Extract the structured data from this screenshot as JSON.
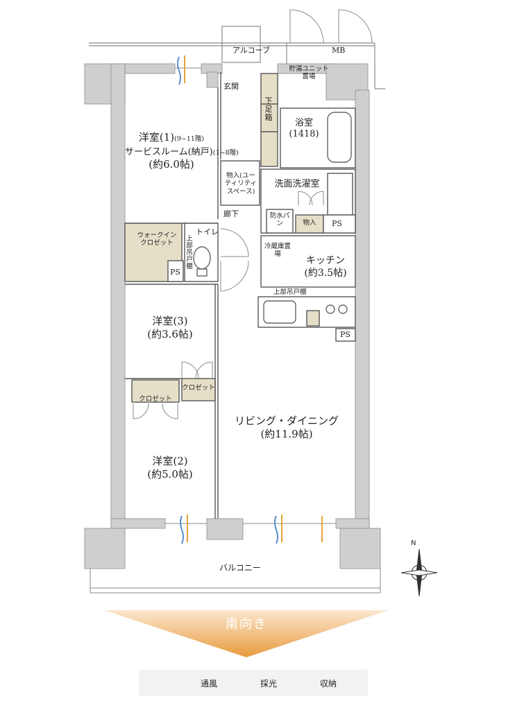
{
  "rooms": {
    "alcove": "アルコーブ",
    "mb": "MB",
    "water_heater": "貯湯ユニット置場",
    "entrance": "玄関",
    "shoe_box": "下足箱",
    "western1_name": "洋室(1)",
    "western1_floors": "(9~11階)",
    "service_room": "サービスルーム(納戸)",
    "service_floors": "(1~8階)",
    "western1_size": "(約6.0帖)",
    "bathroom": "浴室",
    "bath_size": "(1418)",
    "utility_storage": "物入(ユーティリティスペース)",
    "washroom": "洗面洗濯室",
    "corridor": "廊下",
    "waterproof_pan": "防水パン",
    "storage": "物入",
    "ps": "PS",
    "walkin": "ウォークインクロゼット",
    "toilet": "トイレ",
    "upper_shelf": "上部吊戸棚",
    "fridge": "冷蔵庫置場",
    "kitchen": "キッチン",
    "kitchen_size": "(約3.5帖)",
    "kitchen_shelf": "上部吊戸棚",
    "western3": "洋室(3)",
    "western3_size": "(約3.6帖)",
    "closet": "クロゼット",
    "living": "リビング・ダイニング",
    "living_size": "(約11.9帖)",
    "western2": "洋室(2)",
    "western2_size": "(約5.0帖)",
    "balcony": "バルコニー"
  },
  "compass": {
    "north": "N"
  },
  "orientation": "南向き",
  "legend": {
    "ventilation": "通風",
    "lighting": "採光",
    "storage": "収納"
  },
  "colors": {
    "wall": "#cfcfcf",
    "storage_fill": "#e6dfc8",
    "ventilation": "#5a8fd0",
    "lighting": "#e6a33a",
    "orientation_arrow": "#e8a24a"
  }
}
